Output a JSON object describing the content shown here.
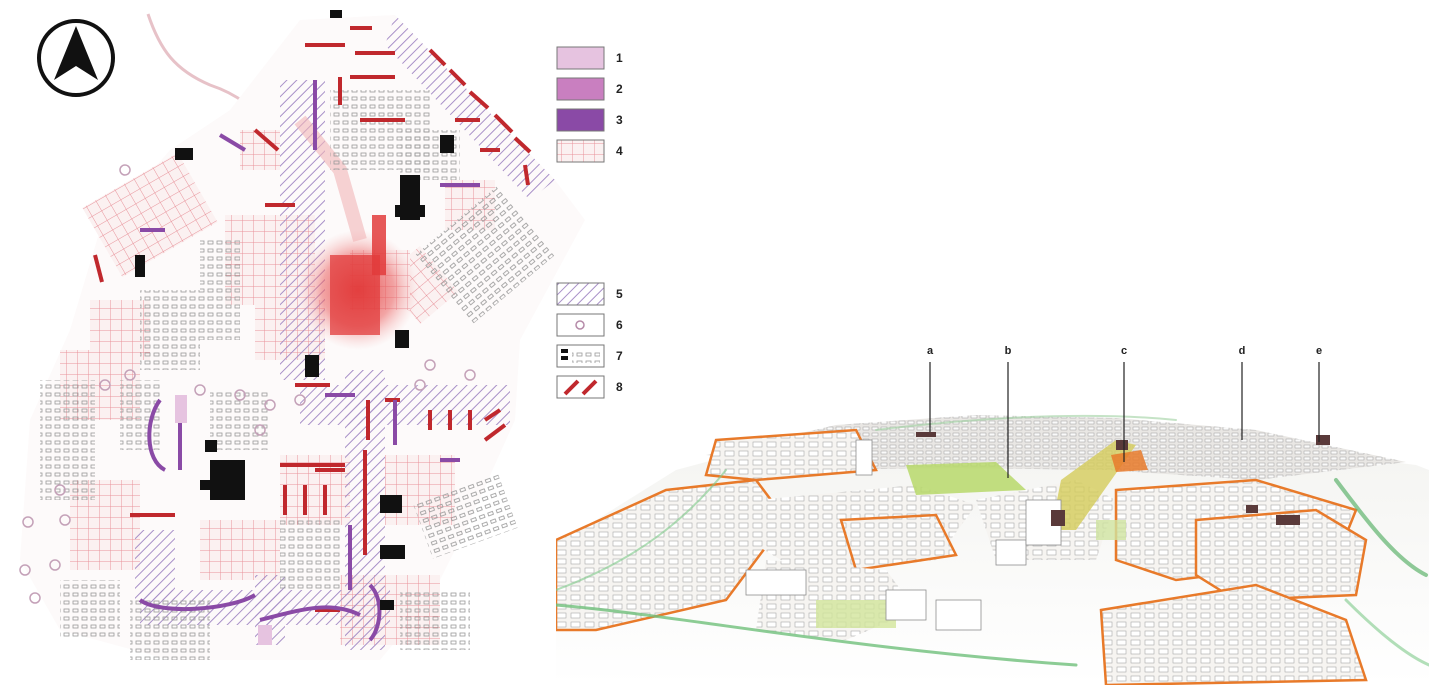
{
  "legend": {
    "items": [
      {
        "key": "1",
        "label": "1",
        "symbol": "light-pink-fill",
        "color": "#e6c3e0"
      },
      {
        "key": "2",
        "label": "2",
        "symbol": "medium-pink-fill",
        "color": "#c97fc0"
      },
      {
        "key": "3",
        "label": "3",
        "symbol": "dark-purple-fill",
        "color": "#8a4aa6"
      },
      {
        "key": "4",
        "label": "4",
        "symbol": "pink-grid-pattern",
        "color": "#e89aa0"
      },
      {
        "key": "5",
        "label": "5",
        "symbol": "purple-hatch-pattern",
        "color": "#9f86c0"
      },
      {
        "key": "6",
        "label": "6",
        "symbol": "circle-symbol",
        "color": "#b58aa8"
      },
      {
        "key": "7",
        "label": "7",
        "symbol": "building-block-pattern",
        "color": "#555555"
      },
      {
        "key": "8",
        "label": "8",
        "symbol": "red-line-segments",
        "color": "#c0282d"
      }
    ]
  },
  "aerial": {
    "callouts": [
      {
        "label": "a"
      },
      {
        "label": "b"
      },
      {
        "label": "c"
      },
      {
        "label": "d"
      },
      {
        "label": "e"
      }
    ]
  },
  "icons": {
    "north_arrow": "north-arrow-icon"
  },
  "colors": {
    "center_red": "#e23b3b",
    "hatch_purple": "#a890c8",
    "grid_pink": "#e8939b",
    "building_gray": "#888888",
    "green_space": "#b7d86a",
    "orange_boundary": "#e87a2a"
  }
}
